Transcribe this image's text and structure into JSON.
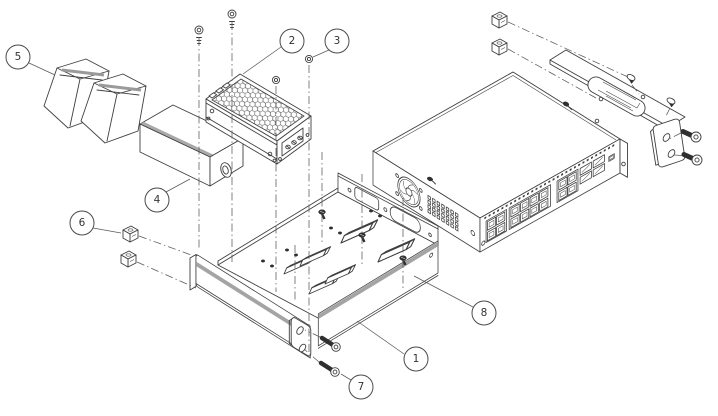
{
  "figure": {
    "title": "Exploded isometric assembly diagram",
    "subject": "Rack-mount kit: tray chassis with lance tabs, power supply unit with perforated cover, network switch with RJ45/SFP ports and fan, mounting bracket, cage clips and screws",
    "style": "black-and-white technical line drawing",
    "background_color": "#ffffff",
    "line_color": "#3f3f3f",
    "accent_color": "#9a9a9a"
  },
  "callouts": [
    {
      "number": "1",
      "part": "rack tray chassis front"
    },
    {
      "number": "2",
      "part": "power supply unit"
    },
    {
      "number": "3",
      "part": "power supply mounting screws"
    },
    {
      "number": "4",
      "part": "power supply cover box"
    },
    {
      "number": "5",
      "part": "wedge blocks"
    },
    {
      "number": "6",
      "part": "cage clips"
    },
    {
      "number": "7",
      "part": "rack ear screws"
    },
    {
      "number": "8",
      "part": "tray shelf"
    }
  ]
}
